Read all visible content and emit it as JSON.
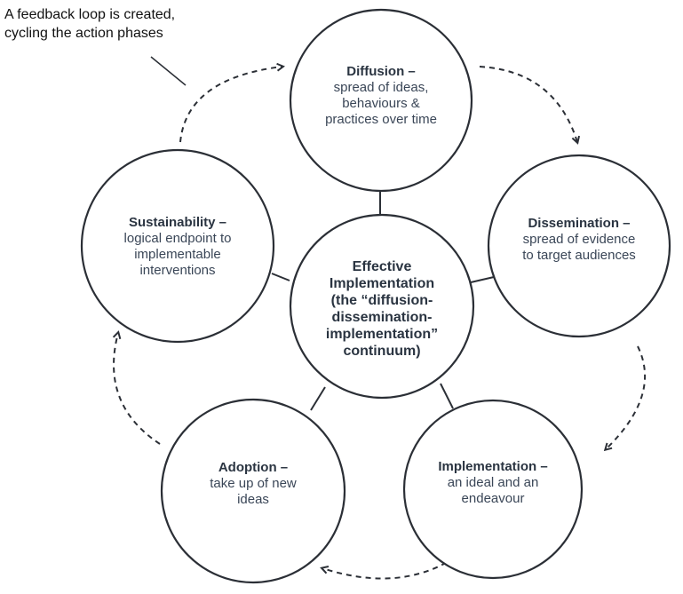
{
  "note": {
    "line1": "A feedback loop is created,",
    "line2": "cycling the action phases"
  },
  "center": {
    "lines": [
      "Effective",
      "Implementation",
      "(the “diffusion-",
      "dissemination-",
      "implementation”",
      "continuum)"
    ]
  },
  "phases": {
    "diffusion": {
      "title": "Diffusion –",
      "lines": [
        "spread of ideas,",
        "behaviours &",
        "practices over time"
      ]
    },
    "dissemination": {
      "title": "Dissemination –",
      "lines": [
        "spread of evidence",
        "to target audiences"
      ]
    },
    "implementation": {
      "title": "Implementation –",
      "lines": [
        "an ideal and an",
        "endeavour"
      ]
    },
    "adoption": {
      "title": "Adoption –",
      "lines": [
        "take up of new",
        "ideas"
      ]
    },
    "sustainability": {
      "title": "Sustainability –",
      "lines": [
        "logical endpoint to",
        "implementable",
        "interventions"
      ]
    }
  }
}
